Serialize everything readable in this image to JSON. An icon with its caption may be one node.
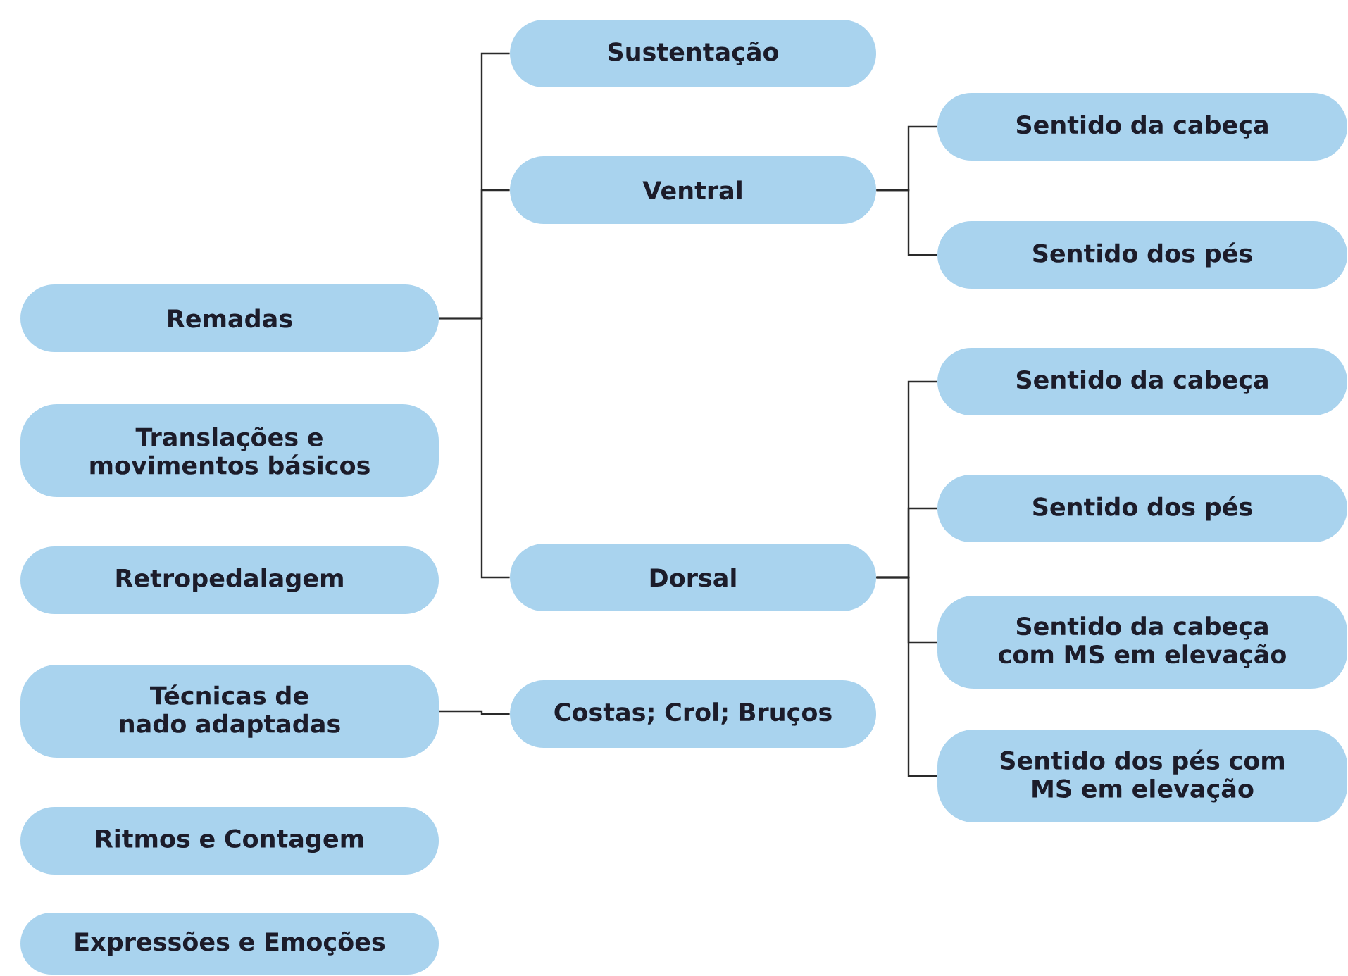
{
  "diagram": {
    "nodes": [
      {
        "text": [
          "Remadas"
        ]
      },
      {
        "text": [
          "Translações e movimentos básicos"
        ]
      },
      {
        "text": [
          "Retropedalagem"
        ]
      },
      {
        "text": [
          "Técnicas de nado adaptadas"
        ]
      },
      {
        "text": [
          "Ritmos e Contagem"
        ]
      },
      {
        "text": [
          "Expressões e Emoções"
        ]
      },
      {
        "text": [
          "Sustentação"
        ]
      },
      {
        "text": [
          "Ventral"
        ]
      },
      {
        "text": [
          "Dorsal"
        ]
      },
      {
        "text": [
          "Costas; Crol; Bruços"
        ]
      },
      {
        "text": [
          "Sentido da cabeça"
        ]
      },
      {
        "text": [
          "Sentido dos pés"
        ]
      },
      {
        "text": [
          "Sentido da cabeça"
        ]
      },
      {
        "text": [
          "Sentido dos pés"
        ]
      },
      {
        "text": [
          "Sentido da cabeça com MS em elevação"
        ]
      },
      {
        "text": [
          "Sentido dos pés com MS em elevação"
        ]
      }
    ],
    "edges": [
      {
        "from": 0,
        "to": 6,
        "arrow": "none"
      },
      {
        "from": 0,
        "to": 7,
        "arrow": "none"
      },
      {
        "from": 0,
        "to": 8,
        "arrow": "none"
      },
      {
        "from": 3,
        "to": 9,
        "arrow": "none"
      },
      {
        "from": 7,
        "to": 10,
        "arrow": "none"
      },
      {
        "from": 7,
        "to": 11,
        "arrow": "none"
      },
      {
        "from": 8,
        "to": 12,
        "arrow": "none"
      },
      {
        "from": 8,
        "to": 13,
        "arrow": "none"
      },
      {
        "from": 8,
        "to": 14,
        "arrow": "none"
      },
      {
        "from": 8,
        "to": 15,
        "arrow": "none"
      }
    ]
  }
}
